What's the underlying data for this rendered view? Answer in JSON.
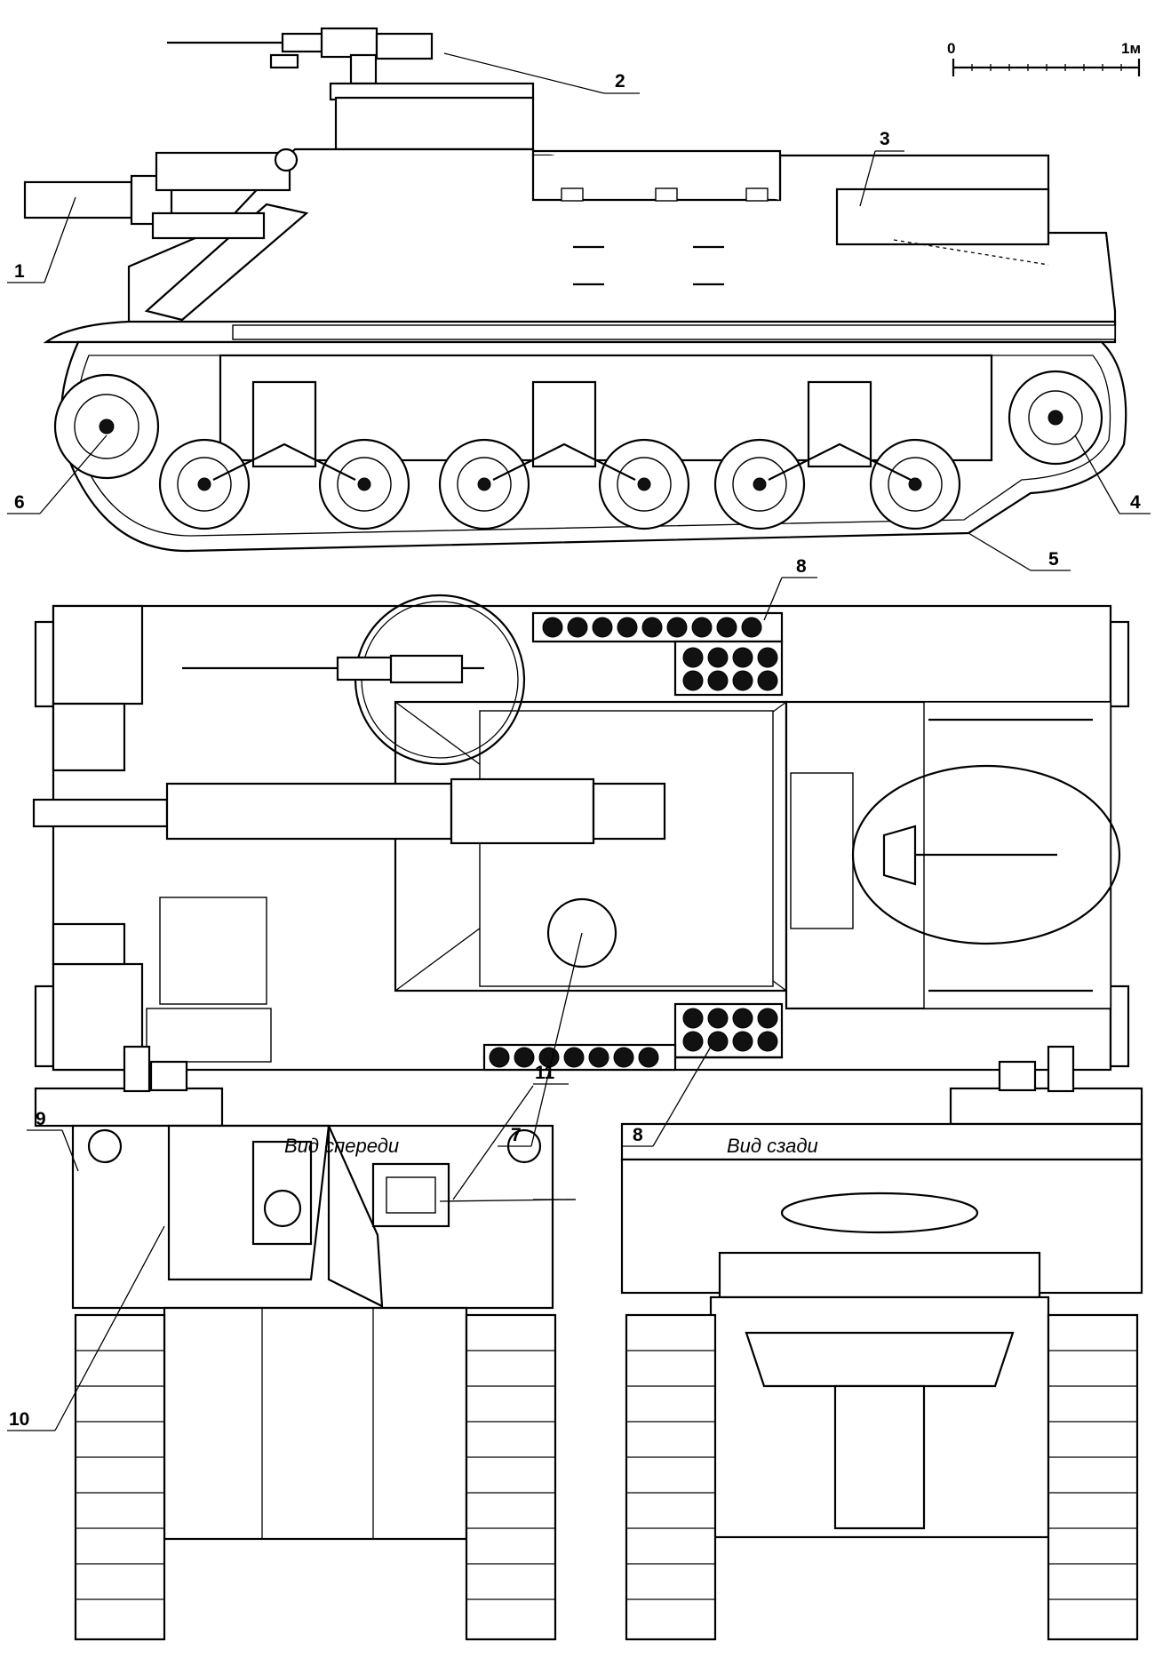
{
  "scale": {
    "start": "0",
    "end": "1м"
  },
  "captions": {
    "front_view": "Вид спереди",
    "rear_view": "Вид сзади"
  },
  "callouts": [
    {
      "id": "c1",
      "number": "1"
    },
    {
      "id": "c2",
      "number": "2"
    },
    {
      "id": "c3",
      "number": "3"
    },
    {
      "id": "c4",
      "number": "4"
    },
    {
      "id": "c5",
      "number": "5"
    },
    {
      "id": "c6",
      "number": "6"
    },
    {
      "id": "c7",
      "number": "7"
    },
    {
      "id": "c8a",
      "number": "8"
    },
    {
      "id": "c8b",
      "number": "8"
    },
    {
      "id": "c9",
      "number": "9"
    },
    {
      "id": "c10",
      "number": "10"
    },
    {
      "id": "c11",
      "number": "11"
    }
  ]
}
